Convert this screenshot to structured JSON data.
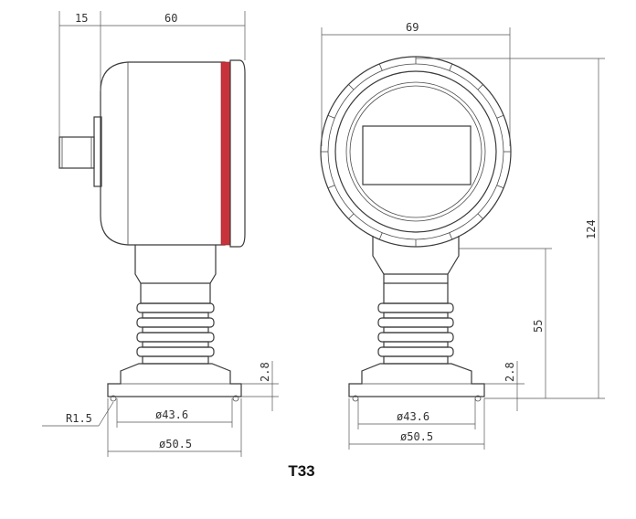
{
  "title": "T33",
  "side_view": {
    "dims": {
      "stem": "15",
      "body": "60",
      "seal": "2.8",
      "inner_dia": "ø43.6",
      "outer_dia": "ø50.5",
      "radius": "R1.5"
    }
  },
  "front_view": {
    "dims": {
      "width": "69",
      "height": "124",
      "neck": "55",
      "seal": "2.8",
      "inner_dia": "ø43.6",
      "outer_dia": "ø50.5"
    }
  },
  "colors": {
    "line": "#3a3a3a",
    "accent": "#c8323a"
  }
}
